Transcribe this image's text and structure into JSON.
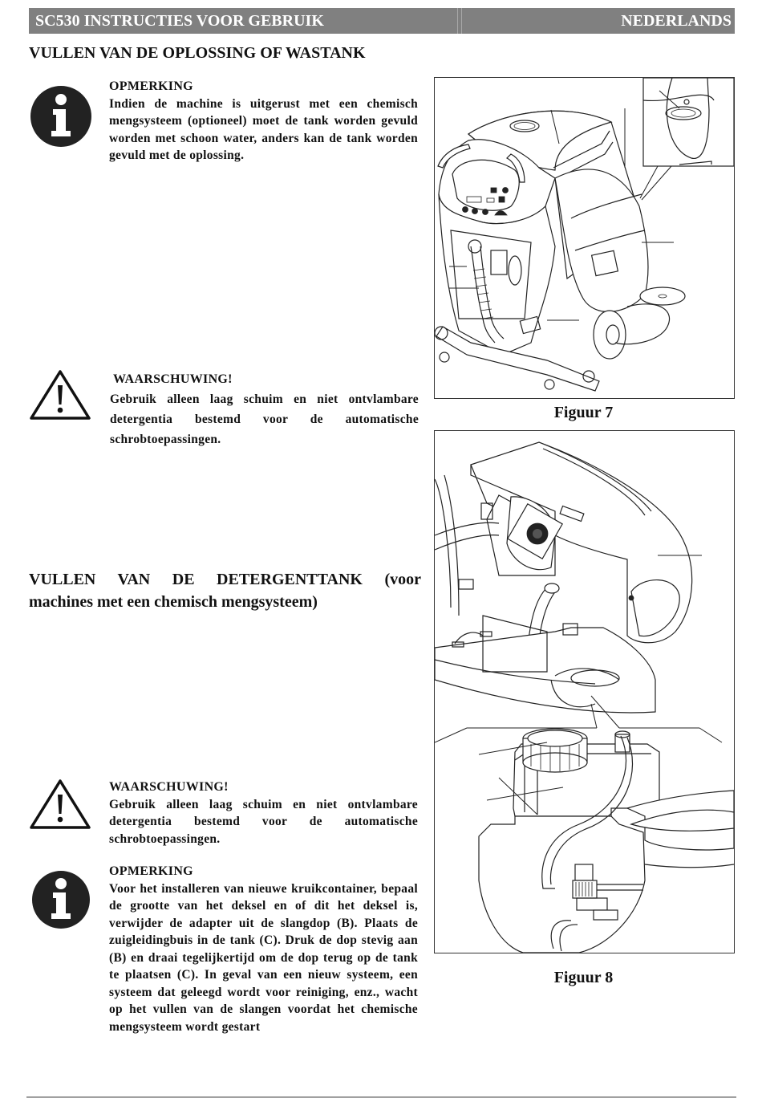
{
  "header": {
    "title": "SC530 INSTRUCTIES VOOR GEBRUIK",
    "language": "NEDERLANDS",
    "bar_color": "#808080"
  },
  "sections": {
    "solution_tank": {
      "heading": "VULLEN VAN DE OPLOSSING OF WASTANK"
    },
    "detergent_tank": {
      "heading_line1": "VULLEN VAN DE DETERGENTTANK (voor",
      "heading_line2": "machines met een chemisch mengsysteem)"
    }
  },
  "notices": {
    "note1": {
      "icon": "info-icon",
      "title": "OPMERKING",
      "text": "Indien de machine is uitgerust met een chemisch mengsysteem (optioneel) moet de tank worden gevuld worden met schoon water, anders kan de tank worden gevuld met de oplossing."
    },
    "warning1": {
      "icon": "warning-icon",
      "title": "WAARSCHUWING!",
      "text": "Gebruik alleen laag schuim en niet ontvlambare detergentia bestemd voor de automatische schrobtoepassingen."
    },
    "warning2": {
      "icon": "warning-icon",
      "title": "WAARSCHUWING!",
      "text": "Gebruik alleen laag schuim en niet ontvlambare detergentia bestemd voor de automatische schrobtoepassingen."
    },
    "note2": {
      "icon": "info-icon",
      "title": "OPMERKING",
      "text": "Voor het installeren van nieuwe kruikcontainer, bepaal de grootte van het deksel en of dit het deksel is, verwijder de adapter uit de slangdop (B). Plaats de zuigleidingbuis in de tank (C). Druk de dop stevig aan (B) en draai tegelijkertijd om de dop terug op de tank te plaatsen (C). In geval van een nieuw systeem, een systeem dat geleegd wordt voor reiniging, enz., wacht op het vullen van de slangen voordat het chemische mengsysteem wordt gestart"
    }
  },
  "figures": {
    "fig7": {
      "caption": "Figuur 7"
    },
    "fig8": {
      "caption": "Figuur 8"
    }
  }
}
